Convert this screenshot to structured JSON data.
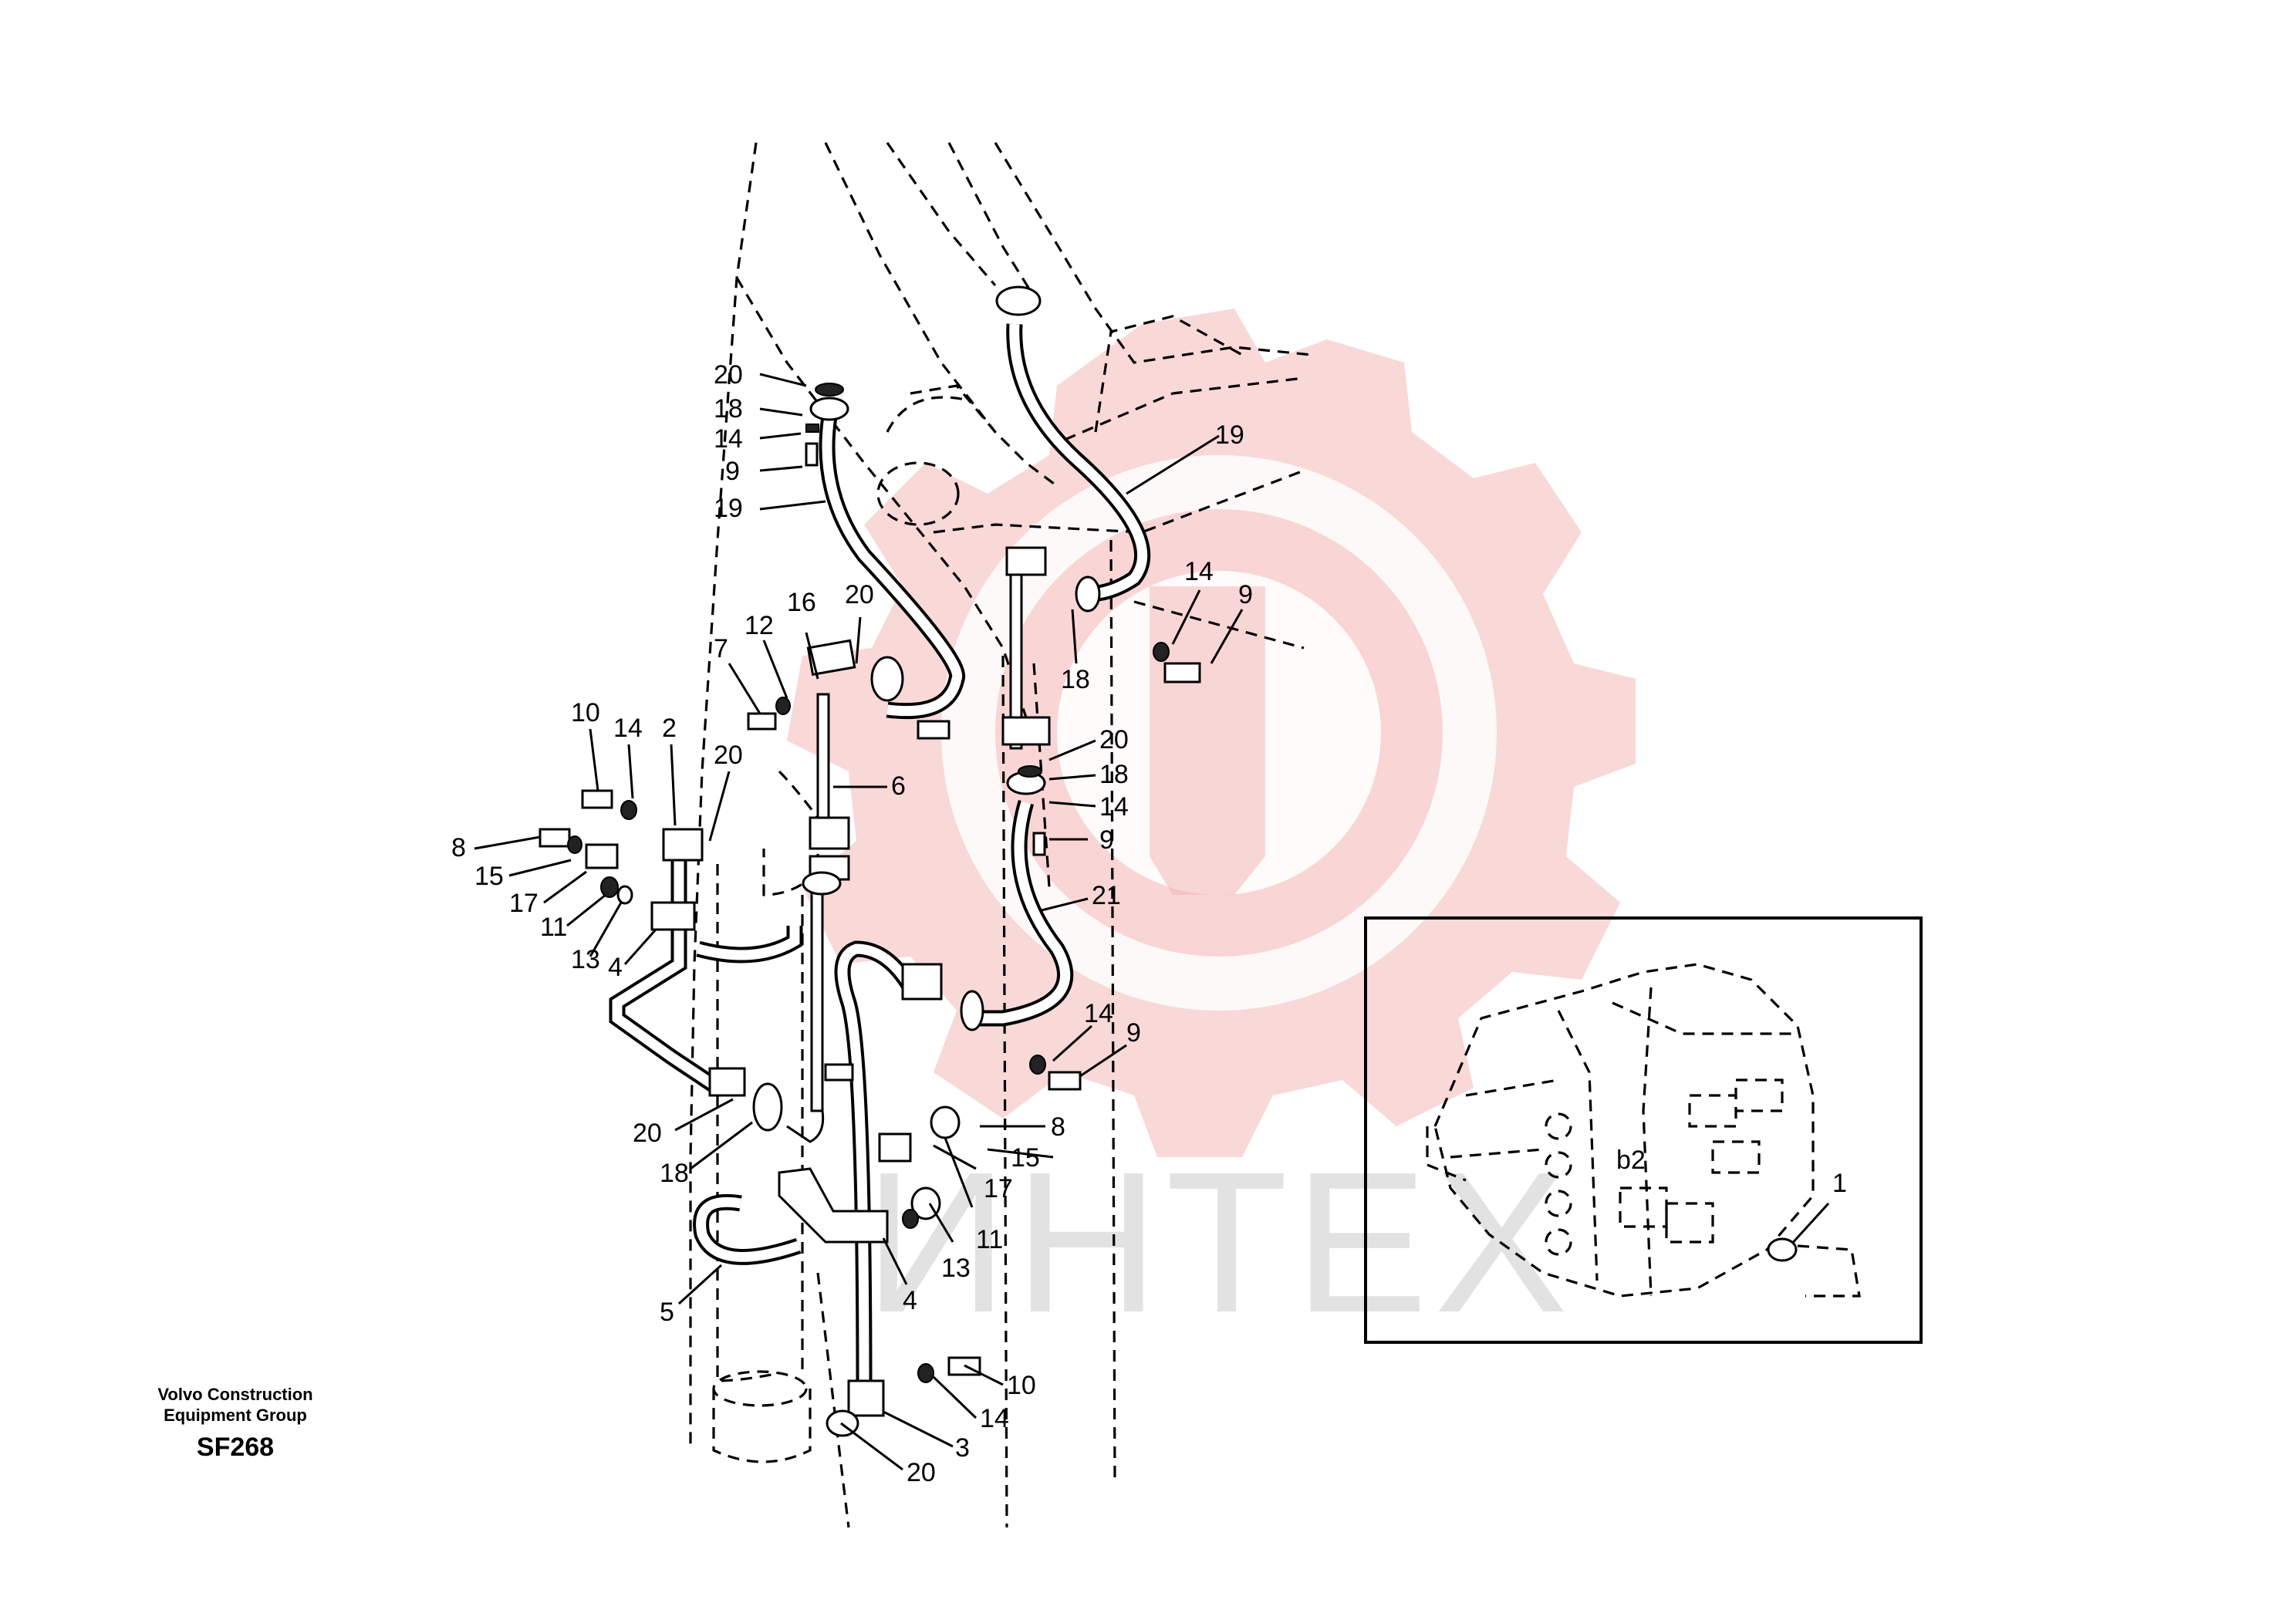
{
  "callouts": [
    {
      "id": "c20a",
      "text": "20"
    },
    {
      "id": "c18a",
      "text": "18"
    },
    {
      "id": "c14a",
      "text": "14"
    },
    {
      "id": "c9a",
      "text": "9"
    },
    {
      "id": "c19a",
      "text": "19"
    },
    {
      "id": "c19b",
      "text": "19"
    },
    {
      "id": "c14b",
      "text": "14"
    },
    {
      "id": "c9b",
      "text": "9"
    },
    {
      "id": "c18b",
      "text": "18"
    },
    {
      "id": "c16",
      "text": "16"
    },
    {
      "id": "c12",
      "text": "12"
    },
    {
      "id": "c7",
      "text": "7"
    },
    {
      "id": "c20b",
      "text": "20"
    },
    {
      "id": "c6",
      "text": "6"
    },
    {
      "id": "c20c",
      "text": "20"
    },
    {
      "id": "c18c",
      "text": "18"
    },
    {
      "id": "c14c",
      "text": "14"
    },
    {
      "id": "c9c",
      "text": "9"
    },
    {
      "id": "c21",
      "text": "21"
    },
    {
      "id": "c10a",
      "text": "10"
    },
    {
      "id": "c14d",
      "text": "14"
    },
    {
      "id": "c2",
      "text": "2"
    },
    {
      "id": "c20d",
      "text": "20"
    },
    {
      "id": "c8a",
      "text": "8"
    },
    {
      "id": "c15a",
      "text": "15"
    },
    {
      "id": "c17a",
      "text": "17"
    },
    {
      "id": "c11a",
      "text": "11"
    },
    {
      "id": "c13a",
      "text": "13"
    },
    {
      "id": "c4a",
      "text": "4"
    },
    {
      "id": "c14e",
      "text": "14"
    },
    {
      "id": "c9d",
      "text": "9"
    },
    {
      "id": "c8b",
      "text": "8"
    },
    {
      "id": "c15b",
      "text": "15"
    },
    {
      "id": "c17b",
      "text": "17"
    },
    {
      "id": "c11b",
      "text": "11"
    },
    {
      "id": "c13b",
      "text": "13"
    },
    {
      "id": "c4b",
      "text": "4"
    },
    {
      "id": "c20e",
      "text": "20"
    },
    {
      "id": "c18d",
      "text": "18"
    },
    {
      "id": "c5",
      "text": "5"
    },
    {
      "id": "c10b",
      "text": "10"
    },
    {
      "id": "c14f",
      "text": "14"
    },
    {
      "id": "c3",
      "text": "3"
    },
    {
      "id": "c20f",
      "text": "20"
    },
    {
      "id": "c1",
      "text": "1"
    }
  ],
  "inset": {
    "label": "b2"
  },
  "footer": {
    "company_line1": "Volvo Construction",
    "company_line2": "Equipment Group",
    "code": "SF268"
  },
  "watermark": {
    "text": "ИНТЕХ",
    "color": "#f4b8b8"
  }
}
